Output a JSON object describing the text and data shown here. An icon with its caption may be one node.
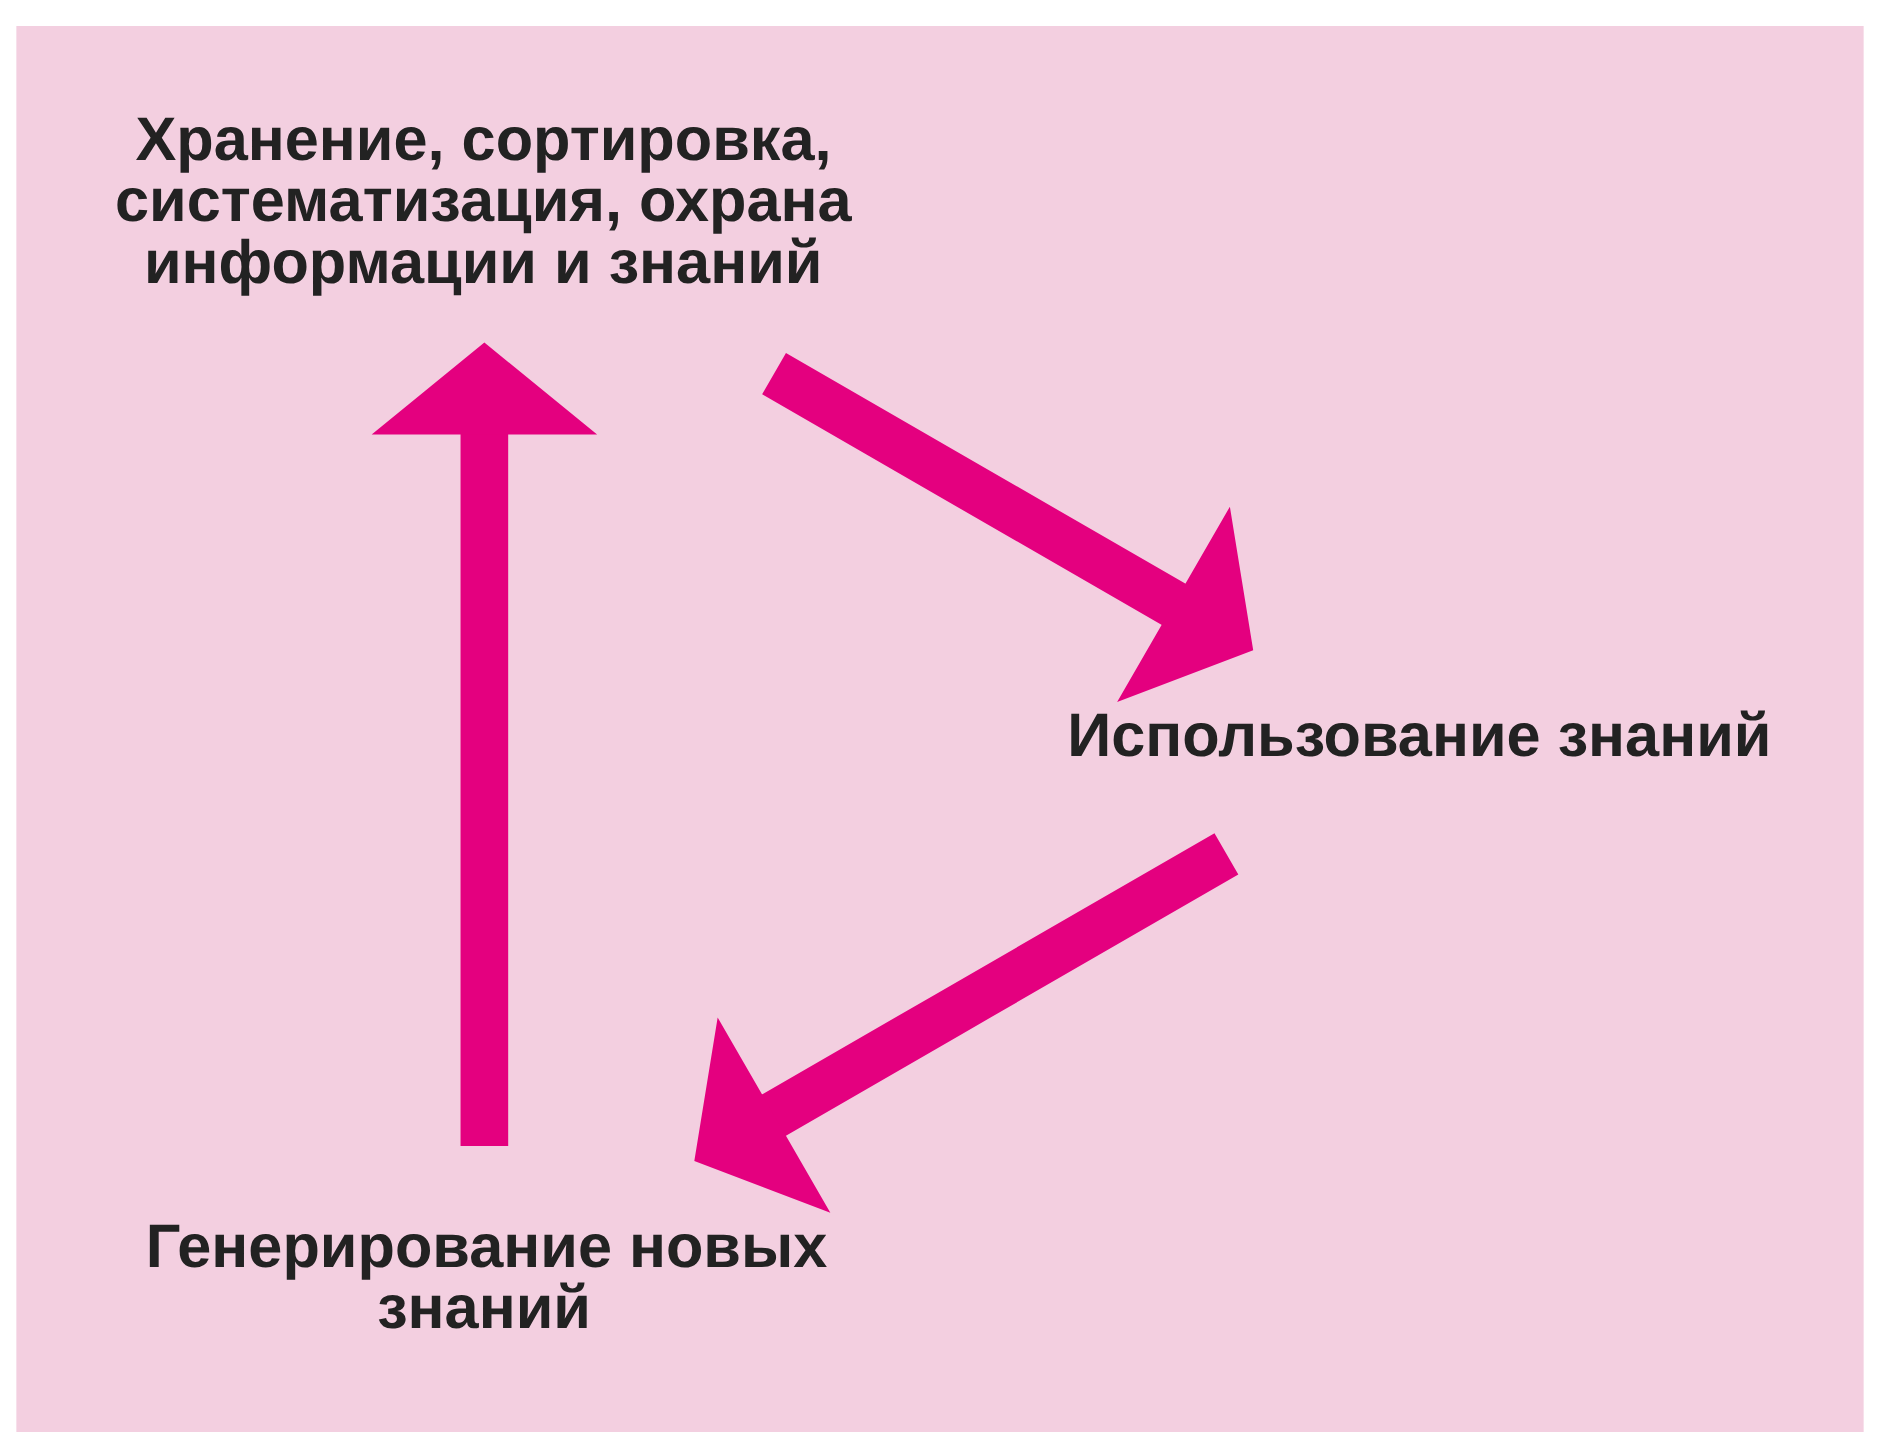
{
  "diagram": {
    "nodes": [
      {
        "text": [
          "Генерирование новых знаний"
        ]
      },
      {
        "text": [
          "Хранение, сортировка, систематизация, охрана информации и знаний"
        ]
      },
      {
        "text": [
          "Использование знаний"
        ]
      }
    ],
    "edges": [
      {
        "from": 0,
        "to": 1,
        "arrow": "to"
      },
      {
        "from": 1,
        "to": 2,
        "arrow": "to"
      },
      {
        "from": 2,
        "to": 0,
        "arrow": "to"
      }
    ]
  }
}
